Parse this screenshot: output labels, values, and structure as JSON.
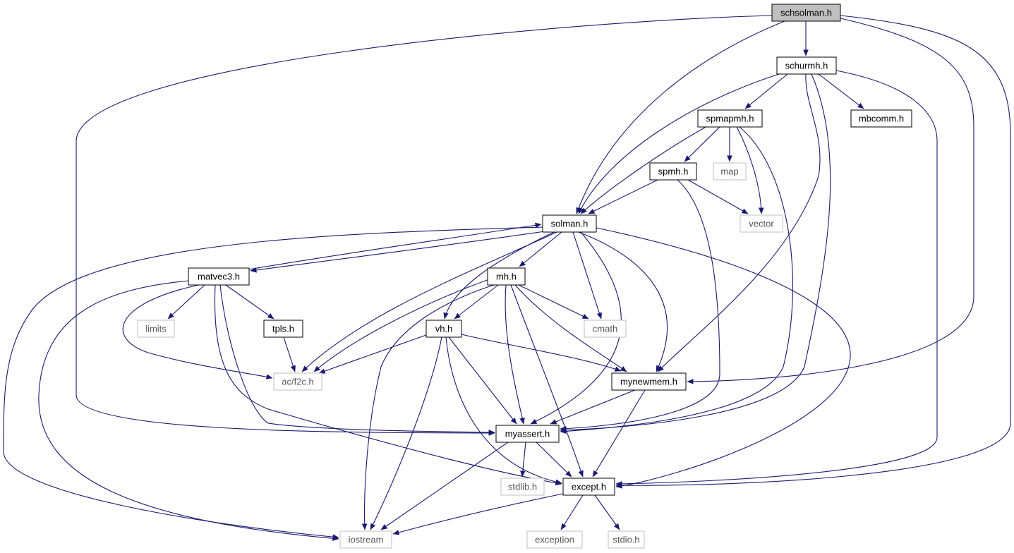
{
  "diagram": {
    "nodes": [
      {
        "id": "schsolman",
        "label": "schsolman.h",
        "kind": "root"
      },
      {
        "id": "schurmh",
        "label": "schurmh.h",
        "kind": "header"
      },
      {
        "id": "spmapmh",
        "label": "spmapmh.h",
        "kind": "header"
      },
      {
        "id": "mbcomm",
        "label": "mbcomm.h",
        "kind": "header"
      },
      {
        "id": "spmh",
        "label": "spmh.h",
        "kind": "header"
      },
      {
        "id": "map",
        "label": "map",
        "kind": "system"
      },
      {
        "id": "solman",
        "label": "solman.h",
        "kind": "header"
      },
      {
        "id": "vector",
        "label": "vector",
        "kind": "system"
      },
      {
        "id": "matvec3",
        "label": "matvec3.h",
        "kind": "header"
      },
      {
        "id": "mh",
        "label": "mh.h",
        "kind": "header"
      },
      {
        "id": "limits",
        "label": "limits",
        "kind": "system"
      },
      {
        "id": "tpls",
        "label": "tpls.h",
        "kind": "header"
      },
      {
        "id": "vh",
        "label": "vh.h",
        "kind": "header"
      },
      {
        "id": "cmath",
        "label": "cmath",
        "kind": "system"
      },
      {
        "id": "f2c",
        "label": "ac/f2c.h",
        "kind": "system"
      },
      {
        "id": "mynewmem",
        "label": "mynewmem.h",
        "kind": "header"
      },
      {
        "id": "myassert",
        "label": "myassert.h",
        "kind": "header"
      },
      {
        "id": "stdlib",
        "label": "stdlib.h",
        "kind": "system"
      },
      {
        "id": "except",
        "label": "except.h",
        "kind": "header"
      },
      {
        "id": "iostream",
        "label": "iostream",
        "kind": "system"
      },
      {
        "id": "exception",
        "label": "exception",
        "kind": "system"
      },
      {
        "id": "stdio",
        "label": "stdio.h",
        "kind": "system"
      }
    ],
    "edges": [
      [
        "schsolman",
        "schurmh"
      ],
      [
        "schsolman",
        "solman"
      ],
      [
        "schsolman",
        "myassert"
      ],
      [
        "schsolman",
        "mynewmem"
      ],
      [
        "schsolman",
        "except"
      ],
      [
        "schurmh",
        "spmapmh"
      ],
      [
        "schurmh",
        "mbcomm"
      ],
      [
        "schurmh",
        "solman"
      ],
      [
        "schurmh",
        "myassert"
      ],
      [
        "schurmh",
        "mynewmem"
      ],
      [
        "schurmh",
        "except"
      ],
      [
        "spmapmh",
        "spmh"
      ],
      [
        "spmapmh",
        "map"
      ],
      [
        "spmapmh",
        "vector"
      ],
      [
        "spmapmh",
        "solman"
      ],
      [
        "spmapmh",
        "myassert"
      ],
      [
        "spmh",
        "solman"
      ],
      [
        "spmh",
        "vector"
      ],
      [
        "spmh",
        "myassert"
      ],
      [
        "solman",
        "matvec3"
      ],
      [
        "solman",
        "mh"
      ],
      [
        "solman",
        "vh"
      ],
      [
        "solman",
        "cmath"
      ],
      [
        "solman",
        "f2c"
      ],
      [
        "solman",
        "mynewmem"
      ],
      [
        "solman",
        "myassert"
      ],
      [
        "solman",
        "except"
      ],
      [
        "solman",
        "iostream"
      ],
      [
        "matvec3",
        "solman"
      ],
      [
        "matvec3",
        "limits"
      ],
      [
        "matvec3",
        "tpls"
      ],
      [
        "matvec3",
        "f2c"
      ],
      [
        "matvec3",
        "myassert"
      ],
      [
        "matvec3",
        "except"
      ],
      [
        "matvec3",
        "iostream"
      ],
      [
        "tpls",
        "f2c"
      ],
      [
        "mh",
        "vh"
      ],
      [
        "mh",
        "cmath"
      ],
      [
        "mh",
        "f2c"
      ],
      [
        "mh",
        "mynewmem"
      ],
      [
        "mh",
        "myassert"
      ],
      [
        "mh",
        "except"
      ],
      [
        "mh",
        "iostream"
      ],
      [
        "vh",
        "f2c"
      ],
      [
        "vh",
        "mynewmem"
      ],
      [
        "vh",
        "myassert"
      ],
      [
        "vh",
        "except"
      ],
      [
        "vh",
        "iostream"
      ],
      [
        "mynewmem",
        "myassert"
      ],
      [
        "mynewmem",
        "except"
      ],
      [
        "myassert",
        "stdlib"
      ],
      [
        "myassert",
        "except"
      ],
      [
        "myassert",
        "iostream"
      ],
      [
        "except",
        "exception"
      ],
      [
        "except",
        "stdio"
      ],
      [
        "except",
        "iostream"
      ]
    ]
  },
  "colors": {
    "edge": "#191970",
    "root_fill": "#bfbfbf",
    "header_border": "#000000",
    "system_border": "#bfbfbf"
  }
}
